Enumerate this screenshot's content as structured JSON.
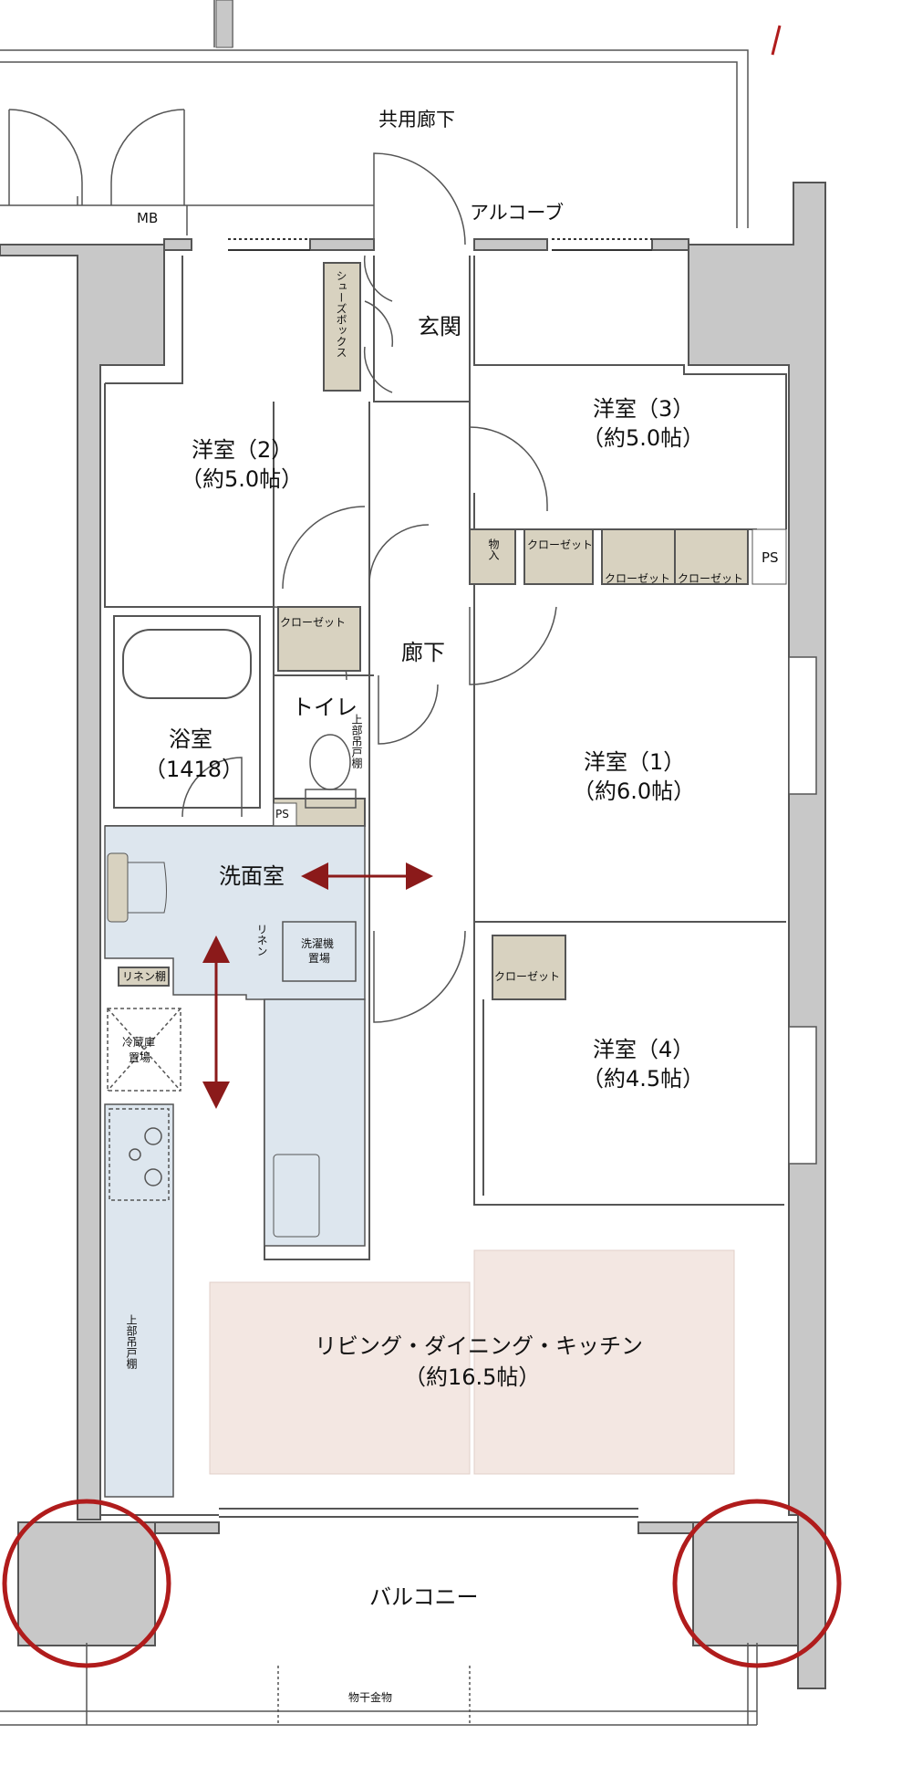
{
  "labels": {
    "common_corridor": "共用廊下",
    "alcove": "アルコーブ",
    "mb": "MB",
    "entrance": "玄関",
    "shoe_box": "シューズボックス",
    "room2_name": "洋室（2）",
    "room2_size": "（約5.0帖）",
    "room3_name": "洋室（3）",
    "room3_size": "（約5.0帖）",
    "storage": "物入",
    "closet": "クローゼット",
    "ps": "PS",
    "hallway": "廊下",
    "toilet": "トイレ",
    "upper_cabinet": "上部吊戸棚",
    "bathroom_name": "浴室",
    "bathroom_size": "（1418）",
    "room1_name": "洋室（1）",
    "room1_size": "（約6.0帖）",
    "washroom": "洗面室",
    "linen": "リネン",
    "linen_shelf": "リネン棚",
    "washer_1": "洗濯機",
    "washer_2": "置場",
    "fridge_1": "冷蔵庫",
    "fridge_2": "置場",
    "room4_name": "洋室（4）",
    "room4_size": "（約4.5帖）",
    "ldk_name": "リビング・ダイニング・キッチン",
    "ldk_size": "（約16.5帖）",
    "balcony": "バルコニー",
    "clothes_dryer": "物干金物"
  },
  "colors": {
    "wall": "#c8c8c8",
    "wall_stroke": "#555555",
    "closet_fill": "#d8d2c0",
    "wet_area": "#dde6ee",
    "ldk_floor": "#f3e7e2",
    "arrow": "#8b1a1a",
    "highlight_ring": "#b01c1c",
    "air_warm": "#f0a070",
    "air_cool": "#5a8fd0"
  }
}
